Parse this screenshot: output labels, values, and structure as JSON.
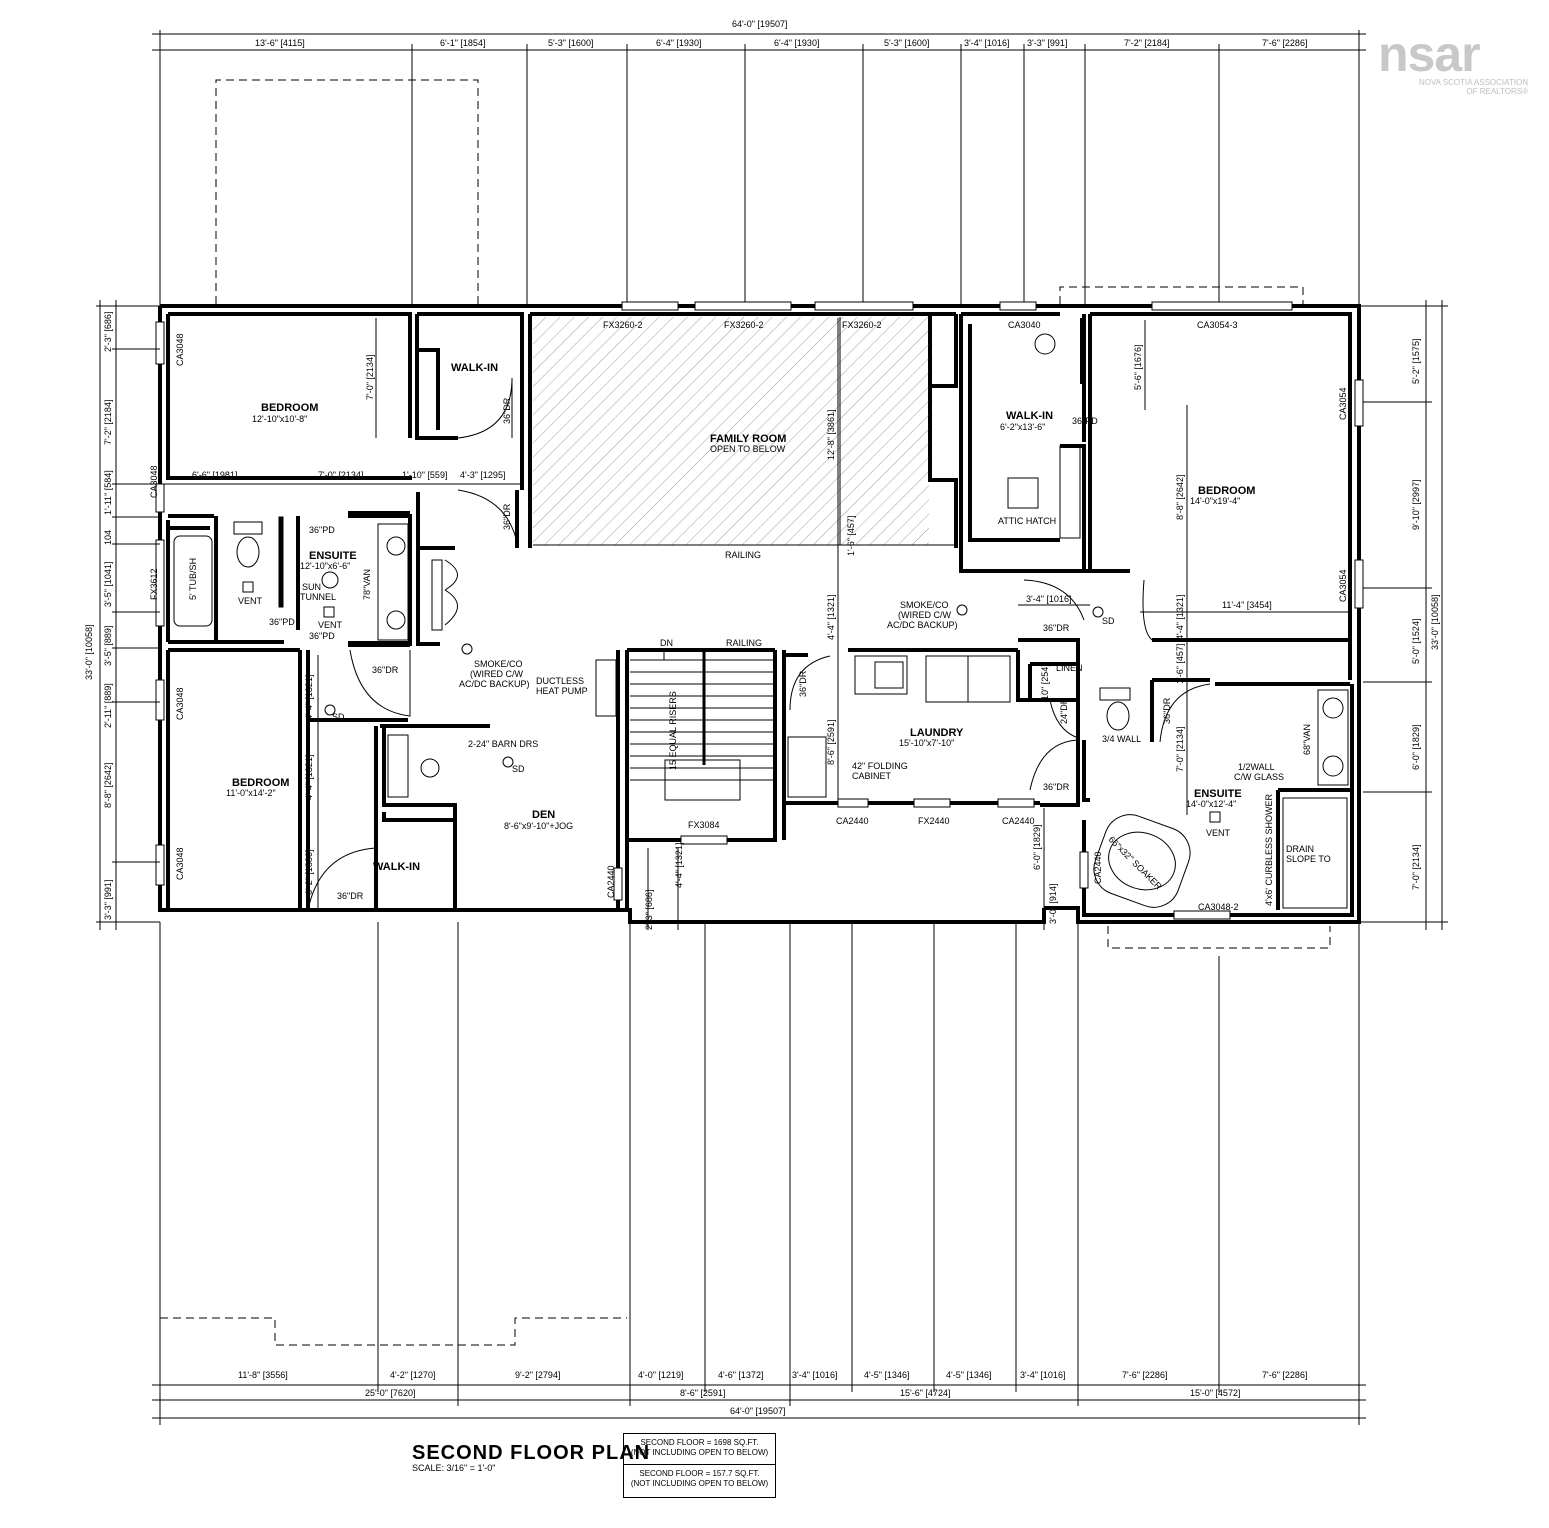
{
  "logo": {
    "text": "nsar",
    "sub1": "NOVA SCOTIA ASSOCIATION",
    "sub2": "OF REALTORS®"
  },
  "title": "SECOND FLOOR PLAN",
  "scale": "SCALE: 3/16\" = 1'-0\"",
  "area_box": {
    "line1a": "SECOND FLOOR = 1698 SQ.FT.",
    "line1b": "(NOT INCLUDING OPEN TO BELOW)",
    "line2a": "SECOND FLOOR = 157.7 SQ.FT.",
    "line2b": "(NOT INCLUDING OPEN TO BELOW)"
  },
  "top_dims": {
    "overall": "64'-0\" [19507]",
    "segments": [
      "13'-6\" [4115]",
      "6'-1\" [1854]",
      "5'-3\" [1600]",
      "6'-4\" [1930]",
      "6'-4\" [1930]",
      "5'-3\" [1600]",
      "3'-4\" [1016]",
      "3'-3\" [991]",
      "7'-2\" [2184]",
      "7'-6\" [2286]"
    ]
  },
  "bottom_dims": {
    "segments": [
      "11'-8\" [3556]",
      "4'-2\" [1270]",
      "9'-2\" [2794]",
      "4'-0\" [1219]",
      "4'-6\" [1372]",
      "3'-4\" [1016]",
      "4'-5\" [1346]",
      "4'-5\" [1346]",
      "3'-4\" [1016]",
      "7'-6\" [2286]",
      "7'-6\" [2286]"
    ],
    "groups": [
      "25'-0\" [7620]",
      "8'-6\" [2591]",
      "15'-6\" [4724]",
      "15'-0\" [4572]"
    ],
    "overall": "64'-0\" [19507]"
  },
  "left_dims": {
    "overall": "33'-0\" [10058]",
    "segments": [
      "2'-3\" [686]",
      "7'-2\" [2184]",
      "1'-11\" [584]",
      "104",
      "3'-5\" [1041]",
      "3'-5\" [889]",
      "2'-11\" [889]",
      "8'-8\" [2642]",
      "3'-3\" [991]"
    ]
  },
  "right_dims": {
    "overall": "33'-0\" [10058]",
    "segments": [
      "5'-2\" [1575]",
      "9'-10\" [2997]",
      "5'-0\" [1524]",
      "6'-0\" [1829]",
      "7'-0\" [2134]"
    ]
  },
  "rooms": {
    "bedroom1": {
      "name": "BEDROOM",
      "size": "12'-10\"x10'-8\""
    },
    "walkin1": {
      "name": "WALK-IN"
    },
    "family": {
      "name": "FAMILY ROOM",
      "sub": "OPEN TO BELOW"
    },
    "walkin2": {
      "name": "WALK-IN",
      "size": "6'-2\"x13'-6\""
    },
    "bedroom2": {
      "name": "BEDROOM",
      "size": "14'-0\"x19'-4\""
    },
    "ensuite1": {
      "name": "ENSUITE",
      "size": "12'-10\"x6'-6\""
    },
    "bedroom3": {
      "name": "BEDROOM",
      "size": "11'-0\"x14'-2\""
    },
    "den": {
      "name": "DEN",
      "size": "8'-6\"x9'-10\"+JOG"
    },
    "walkin3": {
      "name": "WALK-IN"
    },
    "laundry": {
      "name": "LAUNDRY",
      "size": "15'-10\"x7'-10\""
    },
    "ensuite2": {
      "name": "ENSUITE",
      "size": "14'-0\"x12'-4\""
    }
  },
  "windows": {
    "fx1": "FX3260-2",
    "fx2": "FX3260-2",
    "fx3": "FX3260-2",
    "ca3040": "CA3040",
    "ca3054_3": "CA3054-3",
    "ca3048_a": "CA3048",
    "ca3048_b": "CA3048",
    "fx3612": "FX3612",
    "ca3048_c": "CA3048",
    "ca3048_d": "CA3048",
    "ca3054_a": "CA3054",
    "ca3054_b": "CA3054",
    "fx3084": "FX3084",
    "ca2440_a": "CA2440",
    "fx2440": "FX2440",
    "ca2440_b": "CA2440",
    "ca2440_c": "CA2440",
    "ca2440_d": "CA2440",
    "ca3048_2": "CA3048-2"
  },
  "notes": {
    "railing1": "RAILING",
    "railing2": "RAILING",
    "dn": "DN",
    "risers": "15 EQUAL RISERS",
    "smoke1a": "SMOKE/CO",
    "smoke1b": "(WIRED C/W",
    "smoke1c": "AC/DC BACKUP)",
    "smoke2a": "SMOKE/CO",
    "smoke2b": "(WIRED C/W",
    "smoke2c": "AC/DC BACKUP)",
    "ductless1": "DUCTLESS",
    "ductless2": "HEAT PUMP",
    "barn": "2-24\" BARN DRS",
    "sd1": "SD",
    "sd2": "SD",
    "sd3": "SD",
    "attic": "ATTIC HATCH",
    "tub": "5' TUB/SH",
    "vent1": "VENT",
    "vent2": "VENT",
    "vent3": "VENT",
    "sun1": "SUN",
    "sun2": "TUNNEL",
    "van1": "78\"VAN",
    "van2": "68\"VAN",
    "linen": "LINEN",
    "threequarter": "3/4 WALL",
    "halfwall1": "1/2WALL",
    "halfwall2": "C/W GLASS",
    "curbless": "4'x6' CURBLESS SHOWER",
    "drain1": "DRAIN",
    "drain2": "SLOPE TO",
    "soaker": "66\"x32\" SOAKER",
    "folding1": "42\" FOLDING",
    "folding2": "CABINET",
    "pd1": "36\"PD",
    "pd2": "36\"PD",
    "pd3": "36\"PD",
    "pd4": "36\"PD",
    "dr1": "36\"DR",
    "dr2": "36\"DR",
    "dr3": "36\"DR",
    "dr4": "36\"DR",
    "dr5": "36\"DR",
    "dr6": "36\"DR",
    "dr7": "36\"DR",
    "dr8": "36\"DR",
    "dr9": "24\"DR"
  },
  "interior_dims": {
    "d1": "7'-0\" [2134]",
    "d2": "6'-6\" [1981]",
    "d3": "7'-0\" [2134]",
    "d4": "1'-10\" [559]",
    "d5": "4'-3\" [1295]",
    "d6": "12'-8\" [3861]",
    "d7": "1'-6\" [457]",
    "d8": "4'-4\" [1321]",
    "d9": "8'-6\" [2591]",
    "d10": "5'-6\" [1676]",
    "d11": "8'-8\" [2642]",
    "d12": "3'-4\" [1016]",
    "d13": "11'-4\" [3454]",
    "d14": "4'-4\" [1321]",
    "d15": "1'-6\" [457]",
    "d16": "10\" [254]",
    "d17": "7'-0\" [2134]",
    "d18": "4'-4\" [1321]",
    "d19": "4'-4\" [1321]",
    "d20": "6'-2\" [1880]",
    "d21": "2'-3\" [686]",
    "d22": "4'-4\" [1321]",
    "d23": "6'-0\" [1829]",
    "d24": "3'-0\" [914]"
  }
}
